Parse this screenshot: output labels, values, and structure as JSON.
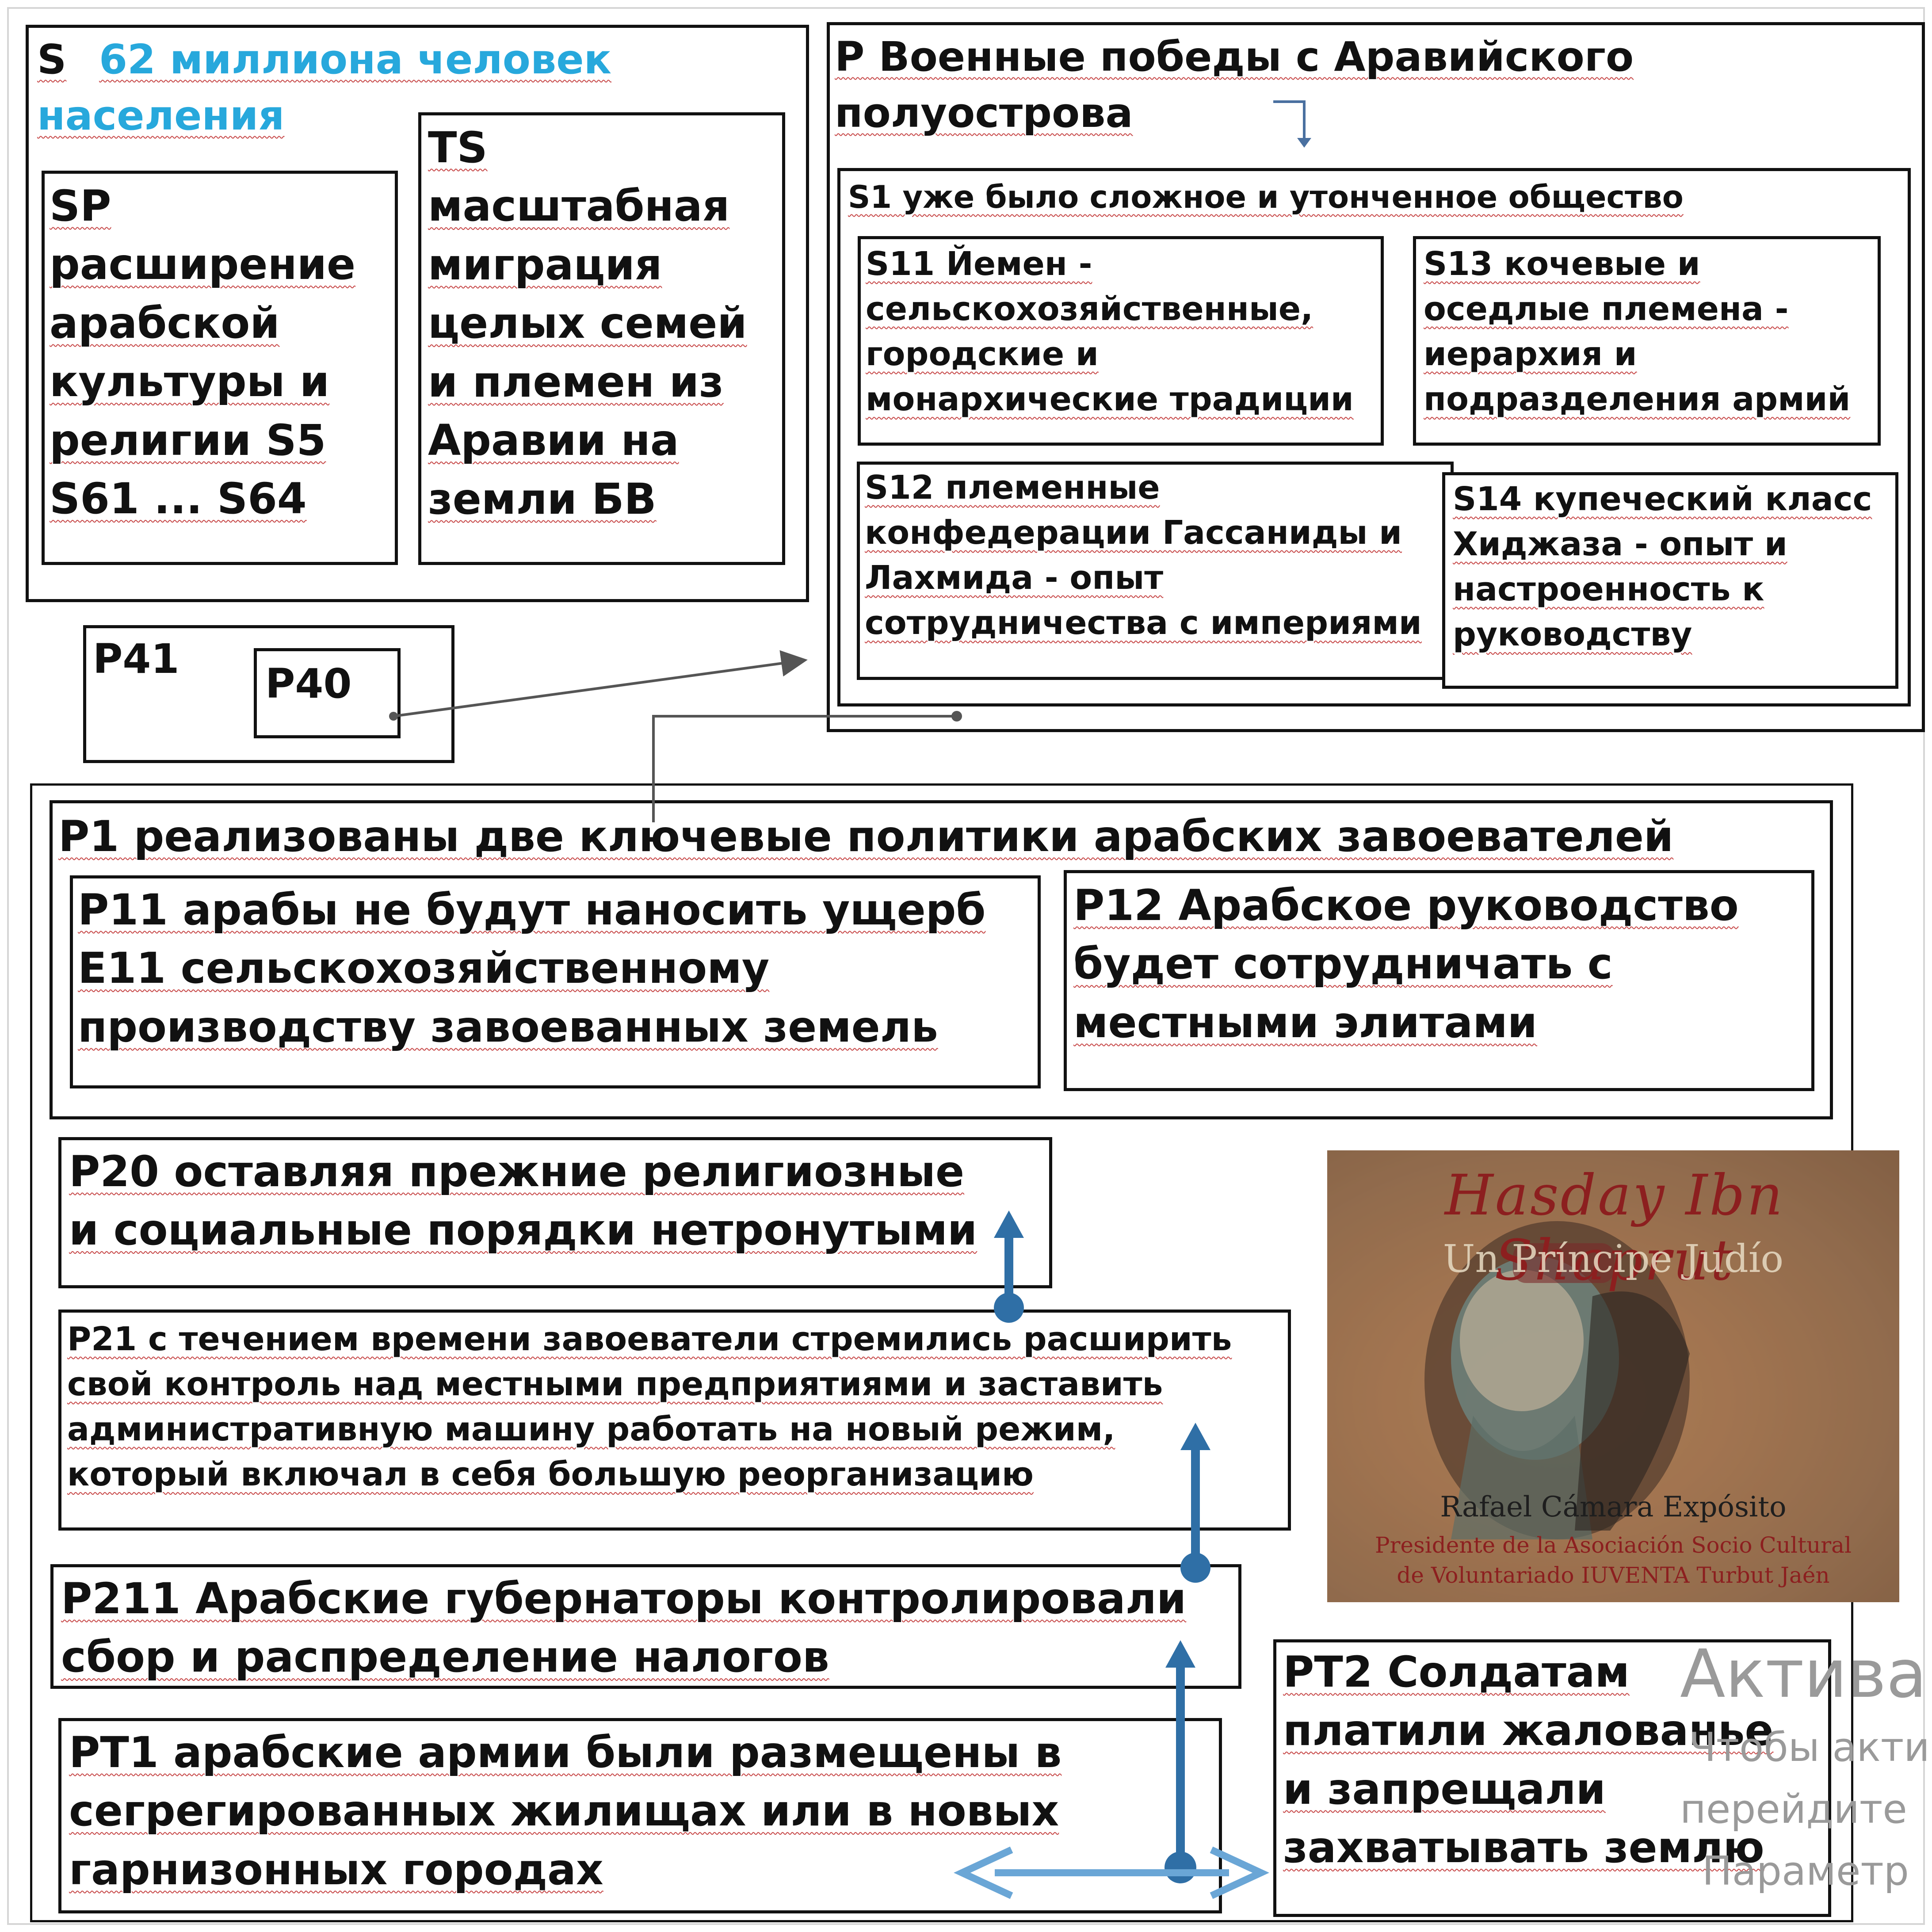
{
  "s_block": {
    "label": "S",
    "text": "62 миллиона человек\nнаселения",
    "sp": "SP\nрасширение\nарабской\nкультуры и\nрелигии  S5\n     S61 ... S64",
    "ts": "TS\nмасштабная\nмиграция\nцелых семей\nи племен из\nАравии на\nземли БВ"
  },
  "p_block": {
    "text": "P        Военные победы с Аравийского\nполуострова",
    "s1": "S1  уже было сложное и утонченное общество",
    "s11": "S11 Йемен -\nсельскохозяйственные,\nгородские и\nмонархические традиции",
    "s13": "S13  кочевые и\nоседлые племена -\nиерархия и\nподразделения армий",
    "s12": "S12 племенные\nконфедерации Гассаниды и\nЛахмида - опыт\nсотрудничества с империями",
    "s14": "S14 купеческий класс\nХиджаза - опыт и\nнастроенность к\nруководству"
  },
  "p41": {
    "label": "P41",
    "p40": "P40"
  },
  "p1": {
    "text": "P1      реализованы две ключевые политики арабских завоевателей",
    "p11": "P11   арабы не будут наносить ущерб\nE11 сельскохозяйственному\nпроизводству завоеванных земель",
    "p12": "P12   Арабское руководство\nбудет сотрудничать с\nместными элитами"
  },
  "p20": "P20    оставляя прежние религиозные\nи социальные порядки нетронутыми",
  "p21": "P21 с течением времени завоеватели стремились расширить\nсвой контроль над местными предприятиями и заставить\nадминистративную машину работать на новый режим,\nкоторый включал в себя большую реорганизацию",
  "p211": "P211  Арабские губернаторы контролировали\nсбор и распределение налогов",
  "pt1": "PT1     арабские армии были размещены в\nсегрегированных жилищах или в новых\nгарнизонных городах",
  "pt2": "PT2   Солдатам\nплатили жалованье\nи запрещали\nзахватывать землю",
  "portrait": {
    "title": "Hasday Ibn Shaprut",
    "subtitle": "Un Príncipe Judío",
    "author": "Rafael Cámara Expósito",
    "assoc": "Presidente de la Asociación Socio Cultural\nde Voluntariado IUVENTA Turbut Jaén"
  },
  "watermark": {
    "line1": "Активац",
    "line2": "Чтобы акти",
    "line3": "перейдите",
    "line4": "Параметр"
  },
  "colors": {
    "arrow_blue": "#2f6fa6",
    "arrow_light": "#6aa6d6",
    "connector": "#555555",
    "highlight_text": "#27a8dc"
  }
}
